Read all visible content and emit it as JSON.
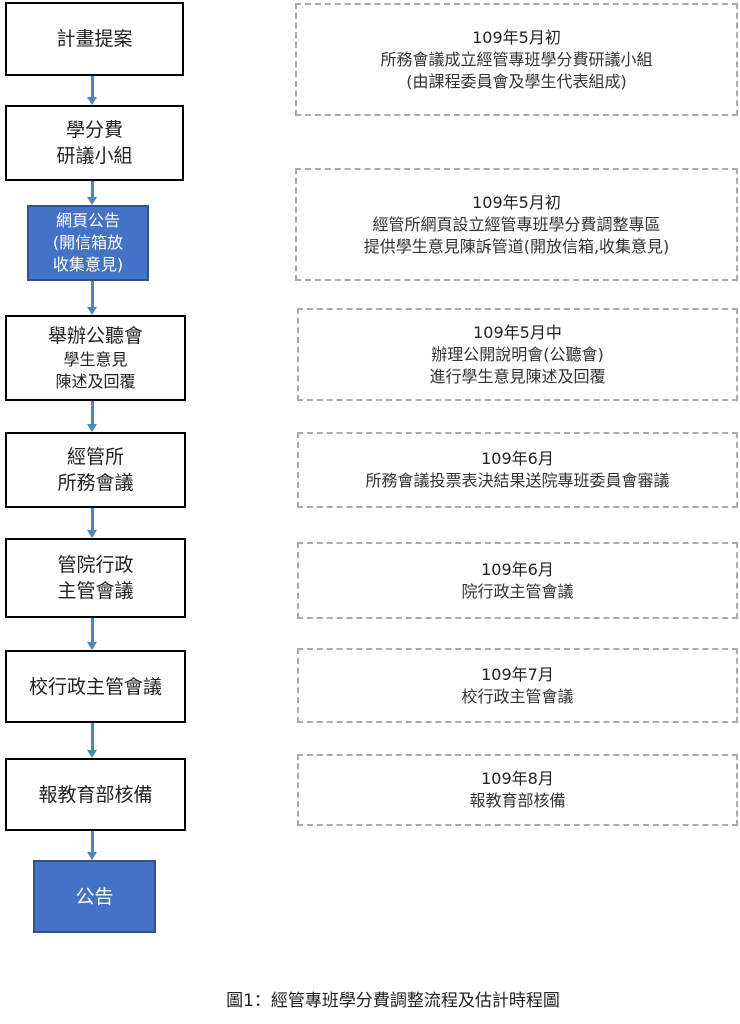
{
  "steps": [
    {
      "lines": [
        "計畫提案"
      ]
    },
    {
      "lines": [
        "學分費",
        "研議小組"
      ]
    },
    {
      "lines": [
        "網頁公告",
        "(開信箱放",
        "收集意見)"
      ]
    },
    {
      "lines": [
        "舉辦公聽會",
        "學生意見",
        "陳述及回覆"
      ]
    },
    {
      "lines": [
        "經管所",
        "所務會議"
      ]
    },
    {
      "lines": [
        "管院行政",
        "主管會議"
      ]
    },
    {
      "lines": [
        "校行政主管會議"
      ]
    },
    {
      "lines": [
        "報教育部核備"
      ]
    },
    {
      "lines": [
        "公告"
      ]
    }
  ],
  "notes": [
    {
      "date": "109年5月初",
      "lines": [
        "所務會議成立經管專班學分費研議小組",
        "(由課程委員會及學生代表組成)"
      ]
    },
    {
      "date": "109年5月初",
      "lines": [
        "經管所網頁設立經管專班學分費調整專區",
        "提供學生意見陳訴管道(開放信箱,收集意見)"
      ]
    },
    {
      "date": "109年5月中",
      "lines": [
        "辦理公開說明會(公聽會)",
        "進行學生意見陳述及回覆"
      ]
    },
    {
      "date": "109年6月",
      "lines": [
        "所務會議投票表決結果送院專班委員會審議"
      ]
    },
    {
      "date": "109年6月",
      "lines": [
        "院行政主管會議"
      ]
    },
    {
      "date": "109年7月",
      "lines": [
        "校行政主管會議"
      ]
    },
    {
      "date": "109年8月",
      "lines": [
        "報教育部核備"
      ]
    }
  ],
  "caption": "圖1：經管專班學分費調整流程及估計時程圖",
  "colors": {
    "blue": "#4472c4",
    "arrow": "#4a86c0"
  }
}
